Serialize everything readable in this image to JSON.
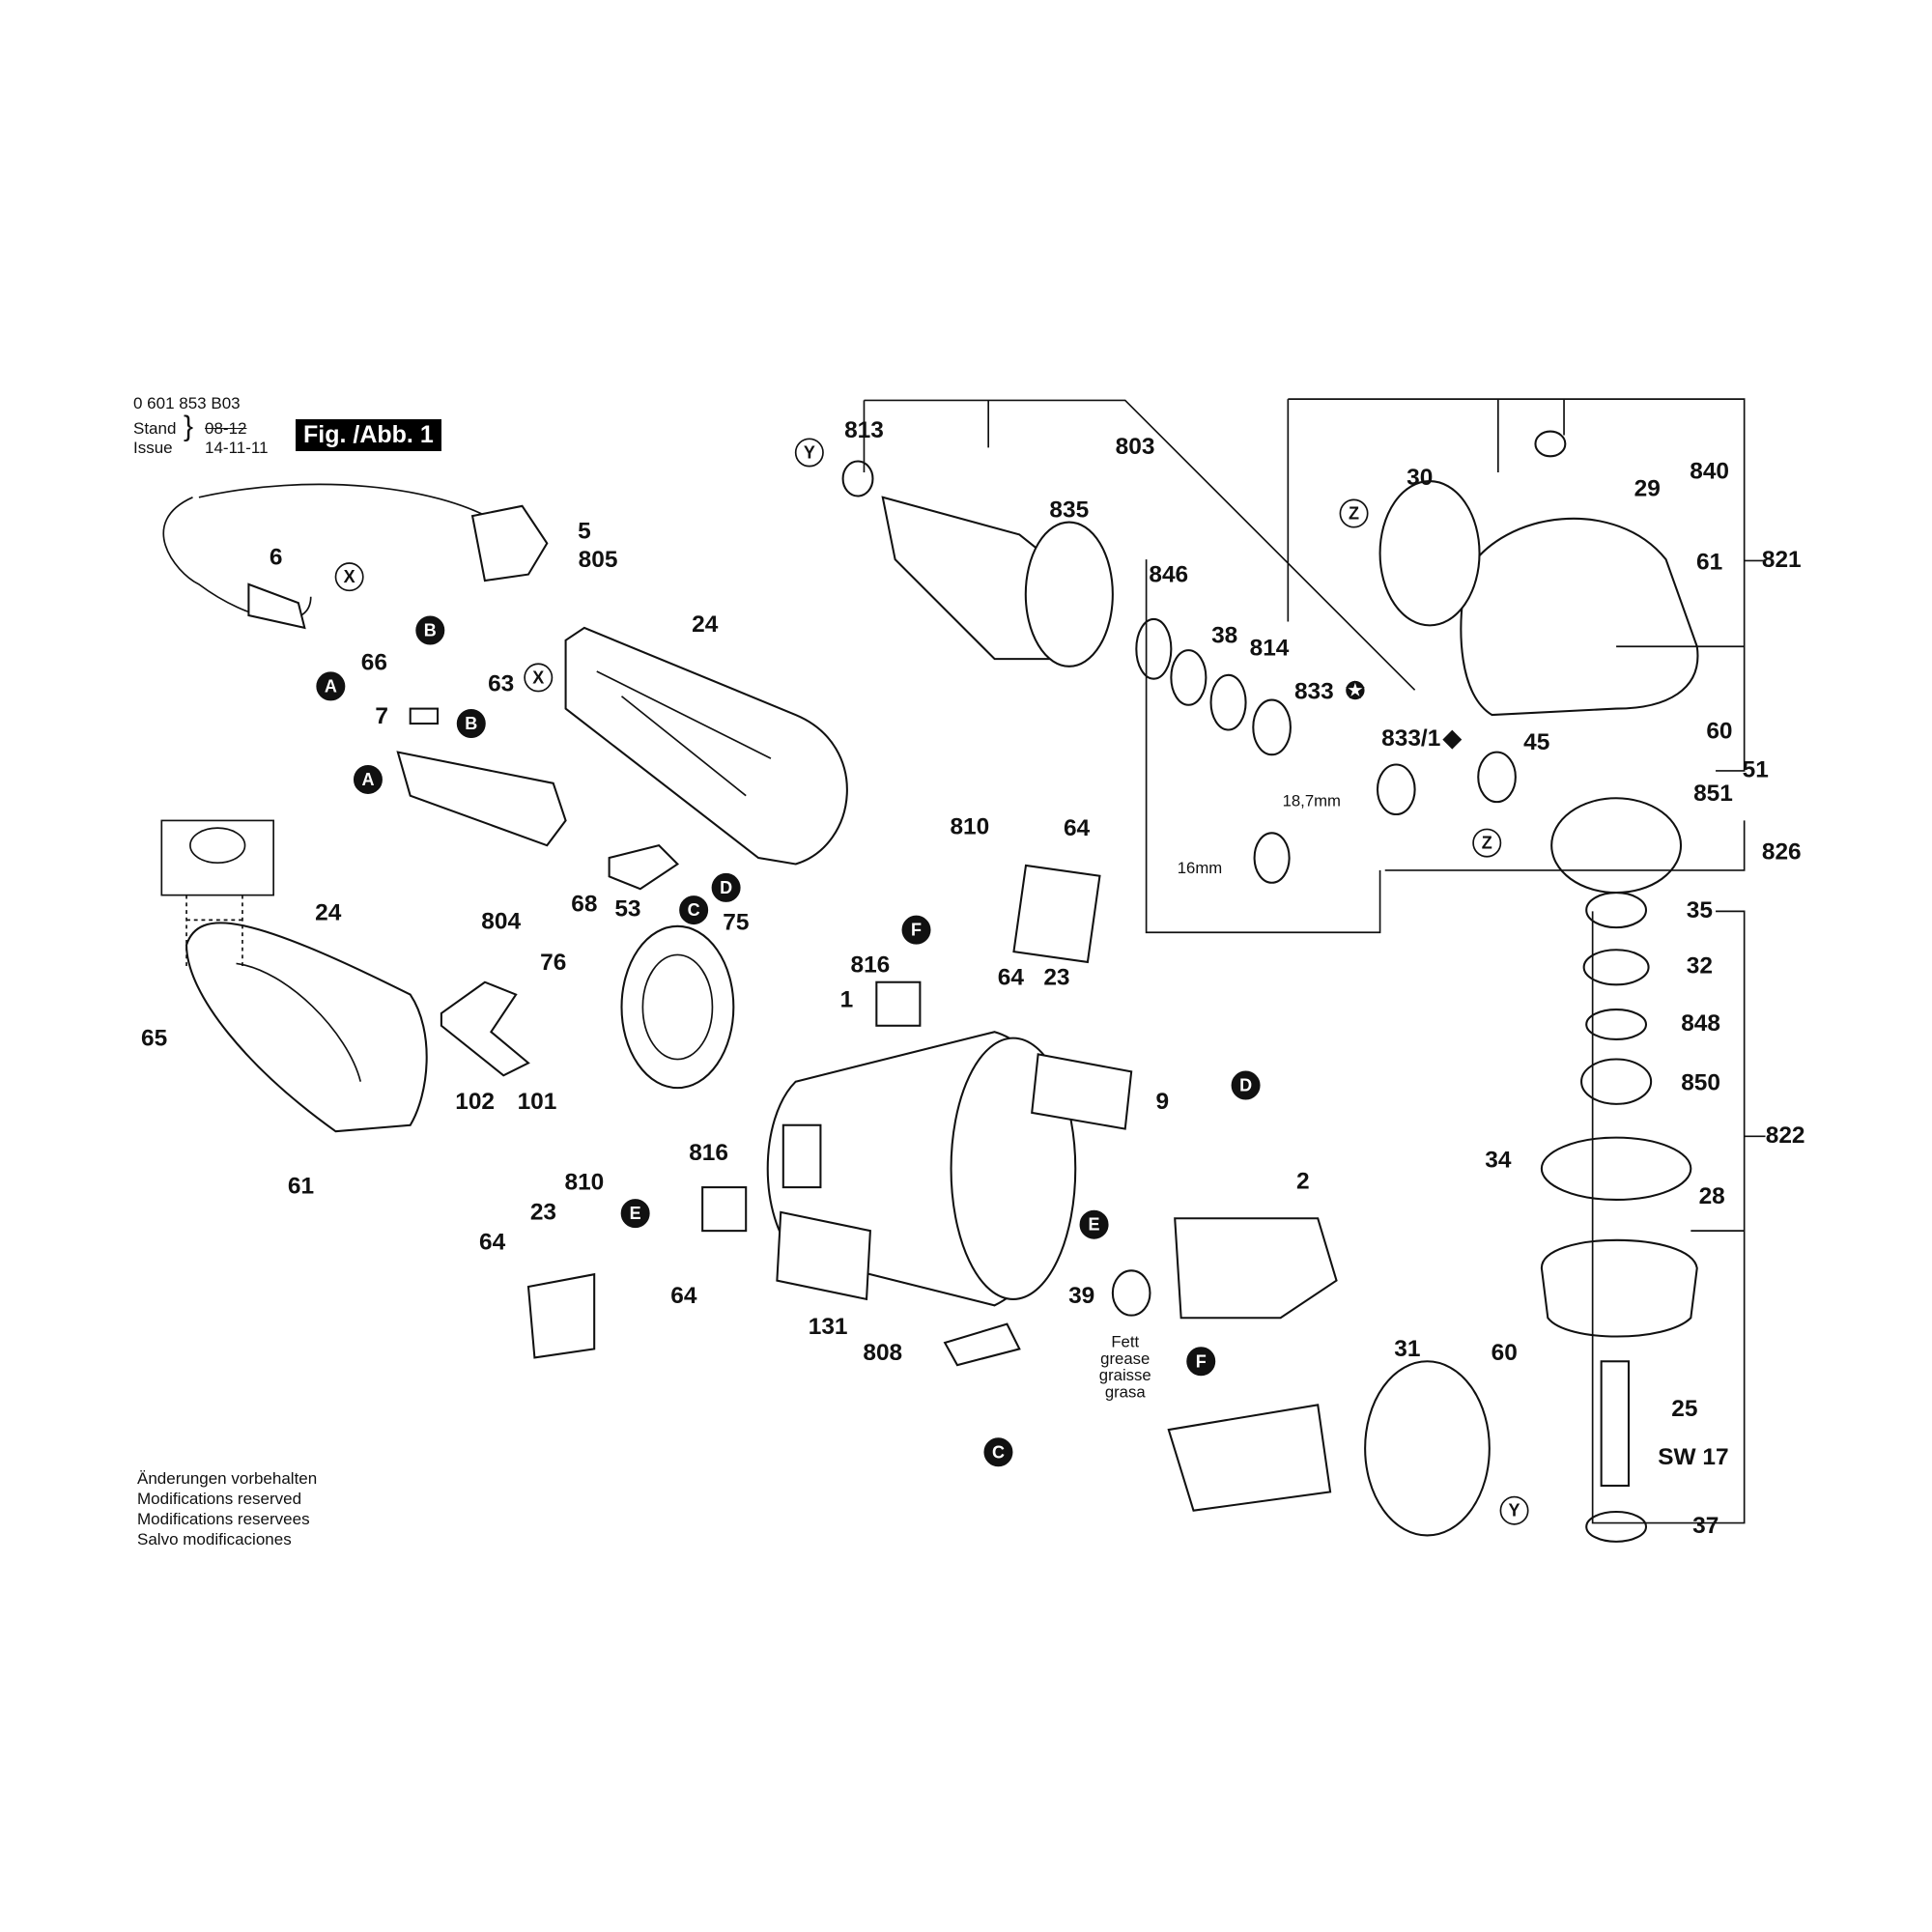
{
  "header": {
    "part_number": "0 601 853 B03",
    "stand_label": "Stand",
    "issue_label": "Issue",
    "old_date": "08-12",
    "issue_date": "14-11-11",
    "figure_title": "Fig. /Abb. 1"
  },
  "footer_notes": [
    "Änderungen vorbehalten",
    "Modifications reserved",
    "Modifications reservees",
    "Salvo modificaciones"
  ],
  "grease_note": [
    "Fett",
    "grease",
    "graisse",
    "grasa"
  ],
  "part_labels": [
    "813",
    "803",
    "835",
    "30",
    "840",
    "29",
    "821",
    "61",
    "846",
    "38",
    "814",
    "833",
    "833/1",
    "45",
    "60",
    "51",
    "851",
    "826",
    "5",
    "805",
    "6",
    "24",
    "66",
    "63",
    "7",
    "804",
    "68",
    "53",
    "75",
    "810",
    "64",
    "816",
    "1",
    "64",
    "23",
    "24",
    "76",
    "65",
    "102",
    "101",
    "9",
    "61",
    "816",
    "810",
    "23",
    "64",
    "64",
    "2",
    "131",
    "808",
    "39",
    "31",
    "35",
    "32",
    "848",
    "850",
    "822",
    "34",
    "28",
    "60",
    "25",
    "SW 17",
    "37"
  ],
  "dimension_labels": [
    "18,7mm",
    "16mm"
  ],
  "connector_markers": [
    "Y",
    "Z",
    "X",
    "B",
    "A",
    "X",
    "B",
    "A",
    "D",
    "C",
    "F",
    "Z",
    "D",
    "E",
    "E",
    "F",
    "C",
    "Y"
  ],
  "symbols": {
    "star": "✪",
    "diamond": "◆"
  }
}
